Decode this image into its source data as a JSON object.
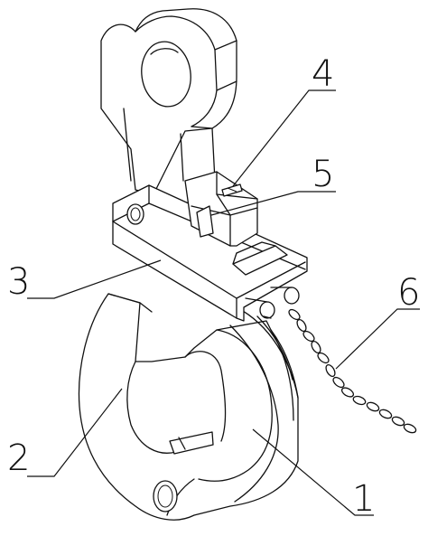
{
  "callouts": [
    {
      "id": "1",
      "label": "1"
    },
    {
      "id": "2",
      "label": "2"
    },
    {
      "id": "3",
      "label": "3"
    },
    {
      "id": "4",
      "label": "4"
    },
    {
      "id": "5",
      "label": "5"
    },
    {
      "id": "6",
      "label": "6"
    }
  ]
}
